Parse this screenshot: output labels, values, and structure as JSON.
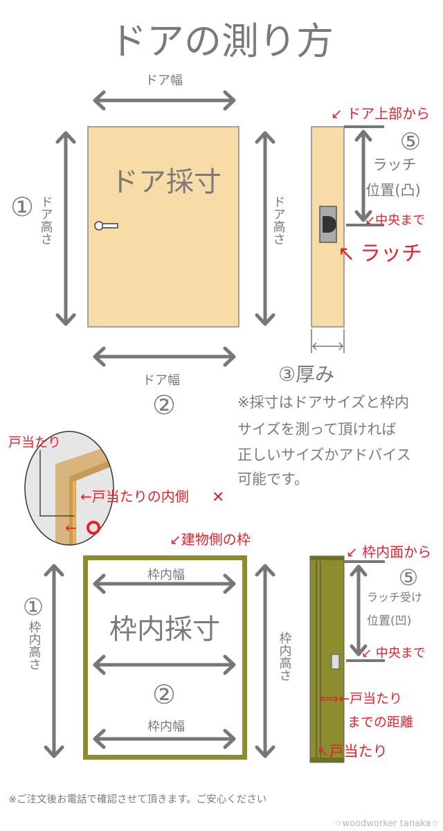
{
  "title": "ドアの測り方",
  "door": {
    "width_label_top": "ドア幅",
    "width_label_bottom": "ドア幅",
    "center_label": "ドア採寸",
    "height_label_left": "ドア高さ",
    "height_label_right": "ドア高さ",
    "marker_1": "①",
    "marker_2": "②",
    "thickness_label": "③厚み",
    "side": {
      "from_top": "↙ ドア上部から",
      "marker_5": "⑤",
      "latch_pos_line1": "ラッチ",
      "latch_pos_line2": "位置(凸)",
      "to_center": "↙中央まで",
      "latch_arrow": "↖",
      "latch_label": "ラッチ"
    }
  },
  "note_lines": [
    "※採寸はドアサイズと枠内",
    "サイズを測って頂ければ",
    "正しいサイズかアドバイス",
    "可能です。"
  ],
  "detail": {
    "door_stop": "戸当たり",
    "inside_wrong": "←戸当たりの内側",
    "wrong_mark": "✕",
    "right_arrow": "←",
    "right_mark": "○"
  },
  "frame": {
    "building_frame": "↙建物側の枠",
    "width_label_top": "枠内幅",
    "center_label": "枠内採寸",
    "marker_2": "②",
    "width_label_bottom": "枠内幅",
    "marker_1": "①",
    "height_label_left": "枠内高さ",
    "height_label_right": "枠内高さ",
    "side": {
      "from_inner": "↙ 枠内面から",
      "marker_5": "⑤",
      "strike_pos_line1": "ラッチ受け",
      "strike_pos_line2": "位置(凹)",
      "to_center": "↙ 中央まで",
      "distance_line1": "⟺←戸当たり",
      "distance_line2": "までの距離",
      "door_stop": "↖戸当たり"
    }
  },
  "footer": {
    "note": "※ご注文後お電話で確認させて頂きます。ご安心ください",
    "credit": "☆woodworker tanaka☆"
  },
  "colors": {
    "door": "#f7dca7",
    "frame": "#8b8d2e",
    "accent": "#e8202a",
    "text": "#7a7a7a"
  }
}
